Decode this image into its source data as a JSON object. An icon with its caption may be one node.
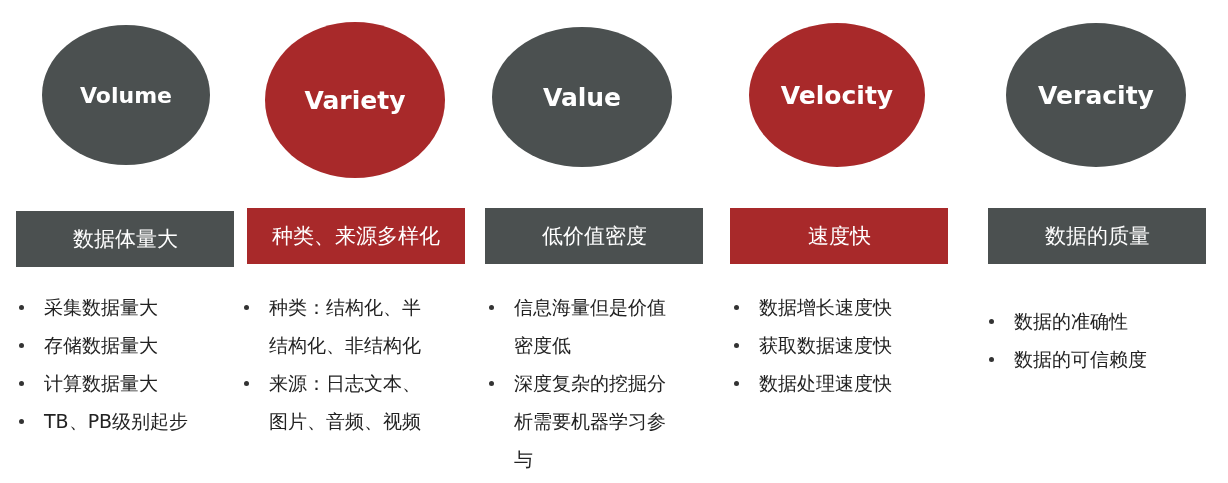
{
  "diagram": {
    "nodes": [
      {
        "text": [
          "Volume"
        ]
      },
      {
        "text": [
          "数据体量大"
        ]
      },
      {
        "text": [
          "Variety"
        ]
      },
      {
        "text": [
          "种类、来源多样化"
        ]
      },
      {
        "text": [
          "Value"
        ]
      },
      {
        "text": [
          "低价值密度"
        ]
      },
      {
        "text": [
          "Velocity"
        ]
      },
      {
        "text": [
          "速度快"
        ]
      },
      {
        "text": [
          "Veracity"
        ]
      },
      {
        "text": [
          "数据的质量"
        ]
      }
    ],
    "labels": [
      "采集数据量大",
      "存储数据量大",
      "计算数据量大",
      "TB、PB级别起步",
      "种类：结构化、半结构化、非结构化",
      "来源：日志文本、图片、音频、视频",
      "信息海量但是价值密度低",
      "深度复杂的挖掘分析需要机器学习参与",
      "数据增长速度快",
      "获取数据速度快",
      "数据处理速度快",
      "数据的准确性",
      "数据的可信赖度"
    ]
  }
}
